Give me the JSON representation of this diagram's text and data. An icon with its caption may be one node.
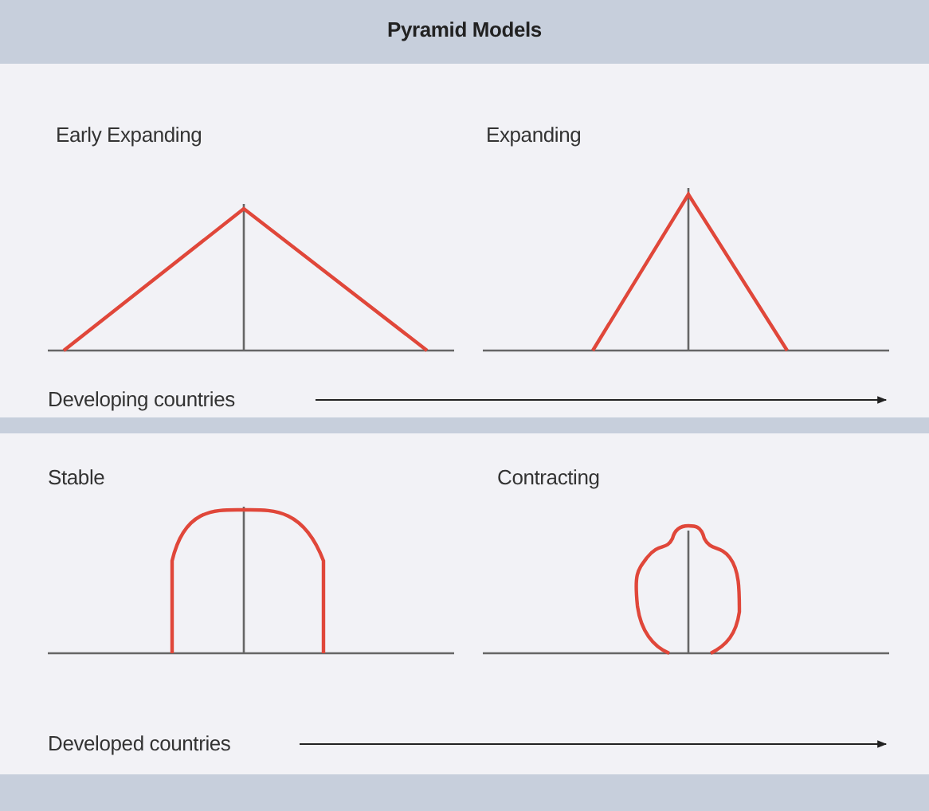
{
  "diagram": {
    "title": "Pyramid Models",
    "labels": [
      "Early Expanding",
      "Expanding",
      "Developing countries",
      "Stable",
      "Contracting",
      "Developed countries"
    ]
  }
}
